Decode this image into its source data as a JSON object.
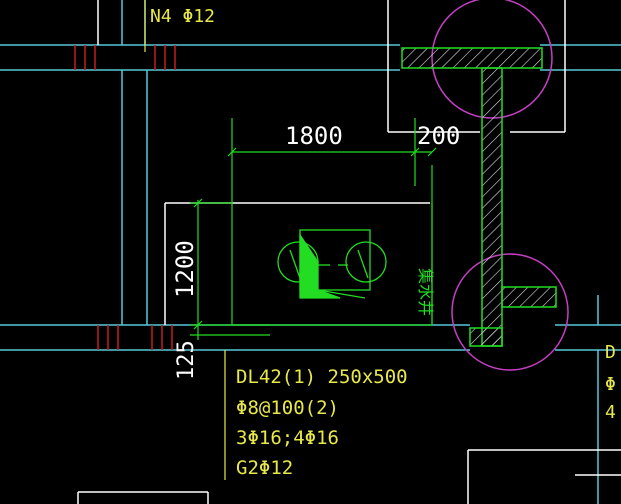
{
  "colors": {
    "background": "#000000",
    "beam_line": "#56c8d8",
    "wall_line": "#ffffff",
    "dimension": "#22dd22",
    "annotation": "#e8e84a",
    "column_circle": "#c43fc4",
    "rebar_mark": "#c41f1f"
  },
  "annotations": {
    "top_rebar": "N4 Φ12",
    "beam_label": "DL42(1) 250x500",
    "stirrup": "Φ8@100(2)",
    "main_rebar": "3Φ16;4Φ16",
    "side_rebar": "G2Φ12",
    "right_edge_line1": "D",
    "right_edge_line2": "Φ",
    "right_edge_line3": "4"
  },
  "dimensions": {
    "width_main": "1800",
    "width_side": "200",
    "height_main": "1200",
    "height_small": "125"
  },
  "symbols": {
    "pit_label": "集水井",
    "pump_icon": "pump-icon"
  }
}
